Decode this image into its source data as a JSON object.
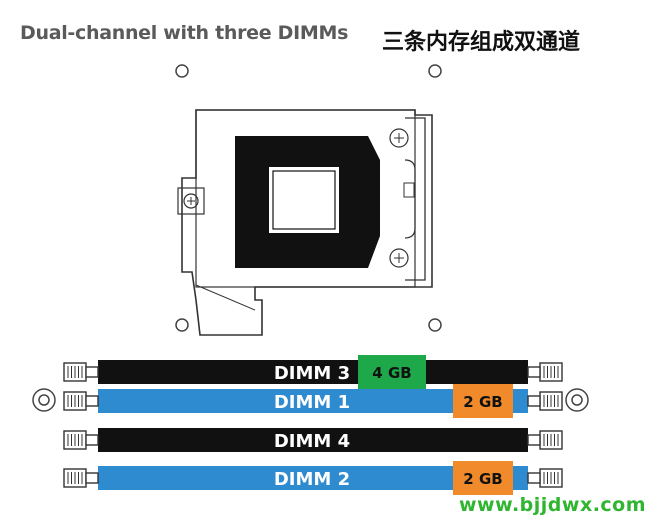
{
  "header": {
    "title_en": "Dual-channel with three DIMMs",
    "title_cn": "三条内存组成双通道"
  },
  "dimms": [
    {
      "label": "DIMM 3",
      "color": "#111111",
      "module": {
        "size": "4 GB",
        "color": "#1fa84a"
      }
    },
    {
      "label": "DIMM 1",
      "color": "#2f8bd0",
      "module": {
        "size": "2 GB",
        "color": "#f08a2a"
      }
    },
    {
      "label": "DIMM 4",
      "color": "#111111",
      "module": null
    },
    {
      "label": "DIMM 2",
      "color": "#2f8bd0",
      "module": {
        "size": "2 GB",
        "color": "#f08a2a"
      }
    }
  ],
  "watermark": "www.bjjdwx.com",
  "colors": {
    "socket_pad": "#111111",
    "outline": "#333333"
  }
}
